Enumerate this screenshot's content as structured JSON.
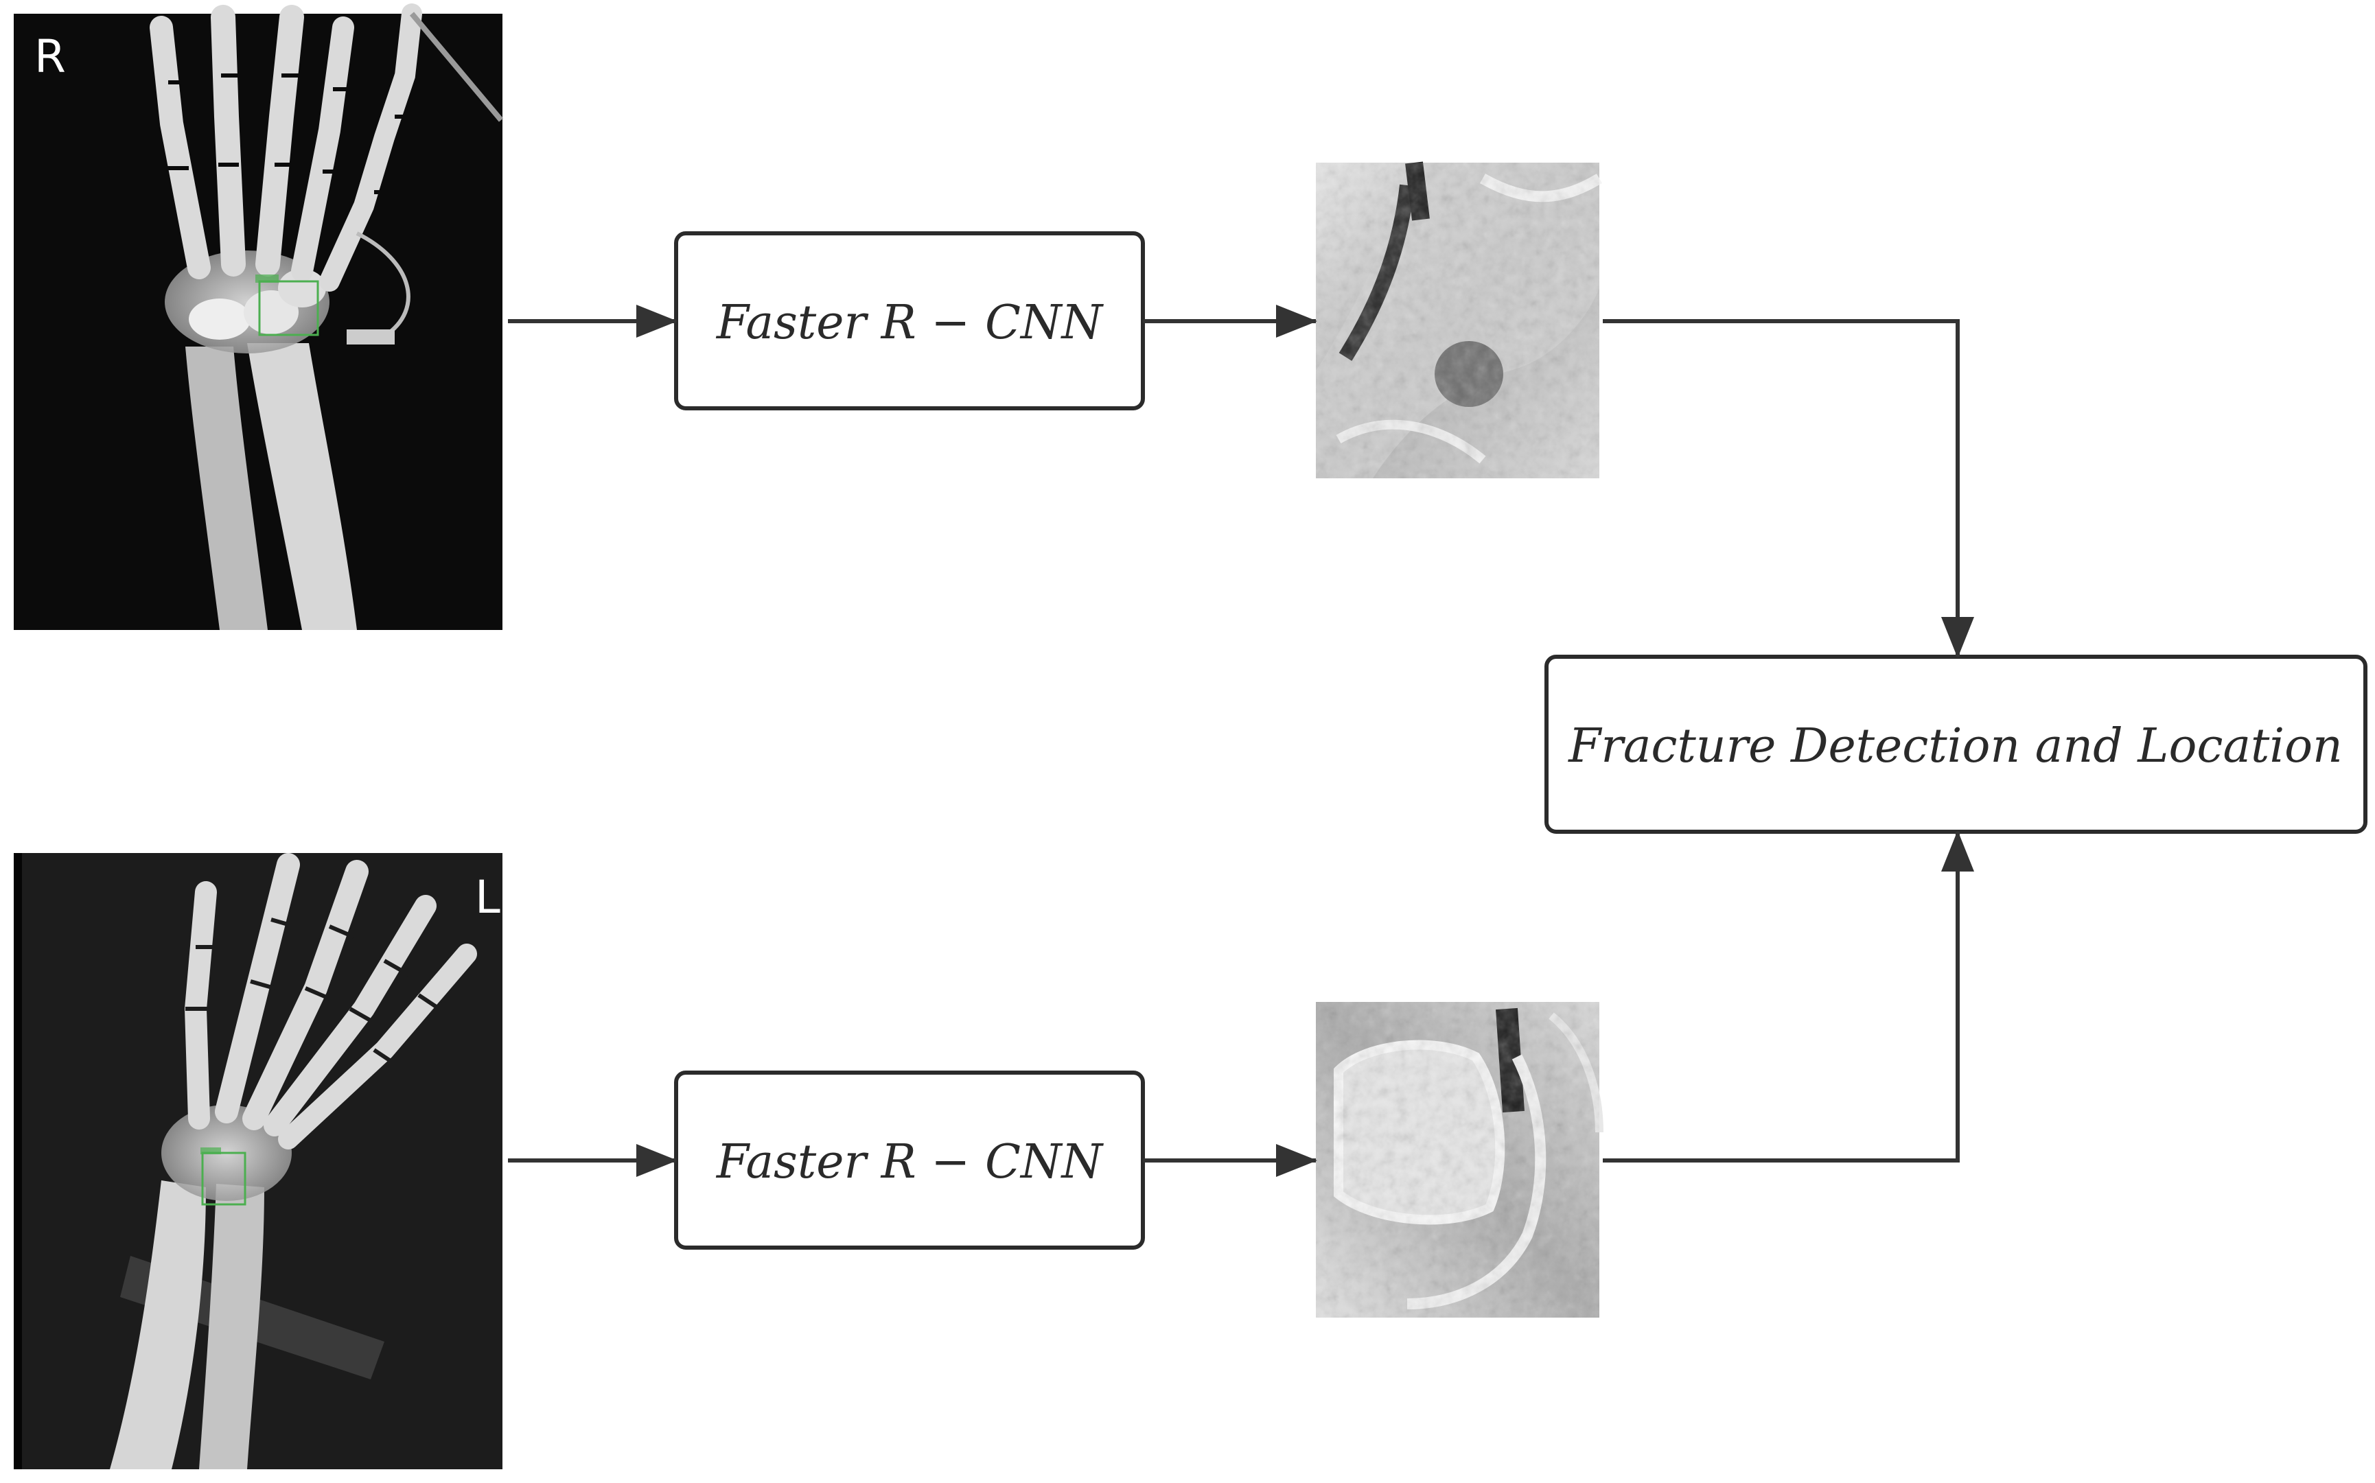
{
  "diagram": {
    "xray_top": {
      "side_label": "R"
    },
    "xray_bottom": {
      "side_label": "L"
    },
    "detector_top": {
      "label": "Faster R − CNN"
    },
    "detector_bottom": {
      "label": "Faster R − CNN"
    },
    "output": {
      "label": "Fracture Detection and Location"
    }
  },
  "colors": {
    "line": "#333333",
    "box_border": "#2b2b2b",
    "xray_background": "#0b0b0b",
    "bone": "#d9d9d9",
    "detection_box": "#4caf50",
    "crop_background": "#8c8c8c"
  }
}
